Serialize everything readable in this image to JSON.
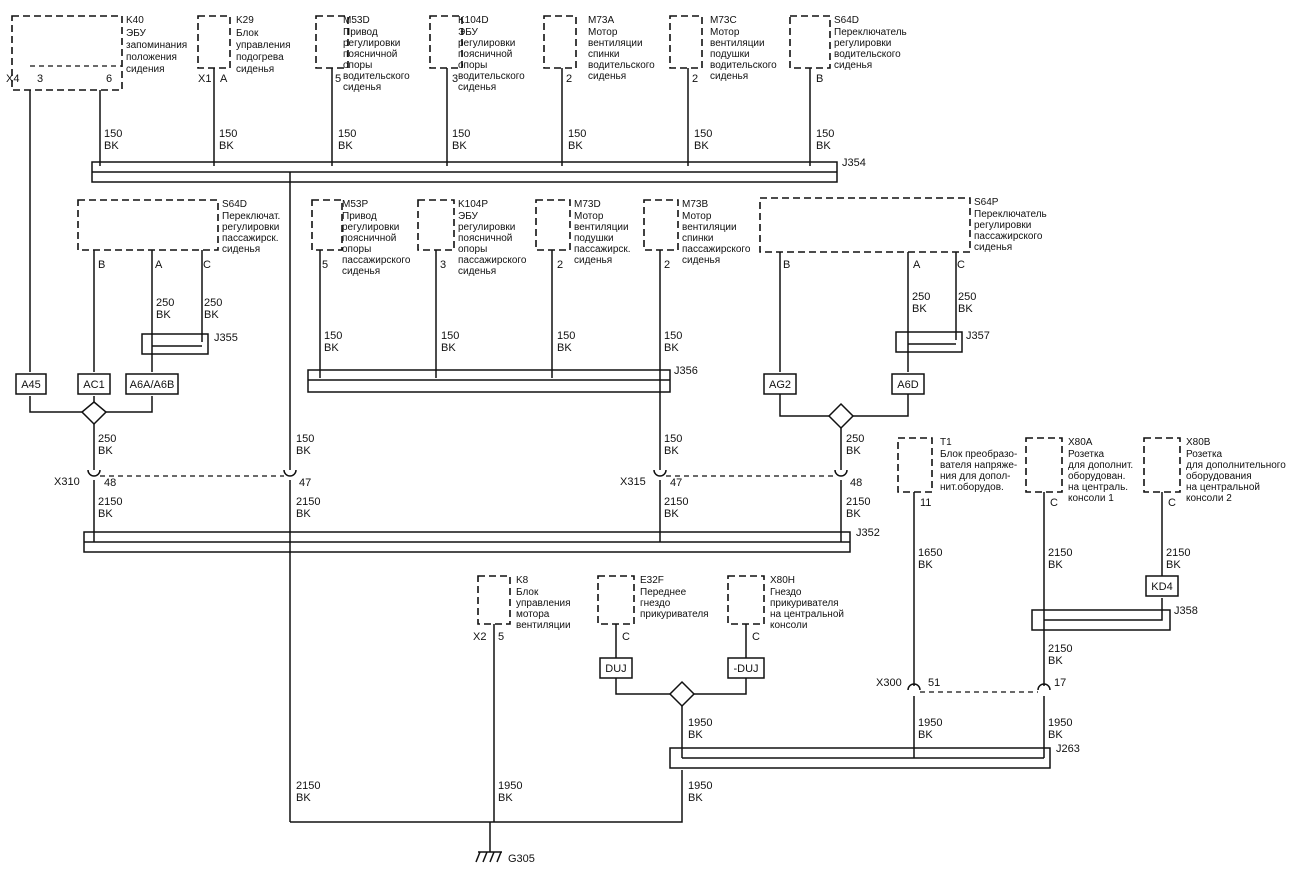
{
  "components": {
    "k40": {
      "id": "K40",
      "lines": [
        "ЭБУ",
        "запоминания",
        "положения",
        "сидения"
      ],
      "pins": [
        "3",
        "6"
      ],
      "connector": "X4"
    },
    "k29": {
      "id": "K29",
      "lines": [
        "Блок",
        "управления",
        "подогрева",
        "сиденья"
      ],
      "pins": [
        "A"
      ],
      "connector": "X1"
    },
    "m53d": {
      "id": "M53D",
      "lines": [
        "Привод",
        "регулировки",
        "поясничной",
        "опоры",
        "водительского",
        "сиденья"
      ],
      "pins": [
        "5"
      ]
    },
    "k104d": {
      "id": "K104D",
      "lines": [
        "ЭБУ",
        "регулировки",
        "поясничной",
        "опоры",
        "водительского",
        "сиденья"
      ],
      "pins": [
        "3"
      ]
    },
    "m73a": {
      "id": "M73A",
      "lines": [
        "Мотор",
        "вентиляции",
        "спинки",
        "водительского",
        "сиденья"
      ],
      "pins": [
        "2"
      ]
    },
    "m73c": {
      "id": "M73C",
      "lines": [
        "Мотор",
        "вентиляции",
        "подушки",
        "водительского",
        "сиденья"
      ],
      "pins": [
        "2"
      ]
    },
    "s64d_top": {
      "id": "S64D",
      "lines": [
        "Переключатель",
        "регулировки",
        "водительского",
        "сиденья"
      ],
      "pins": [
        "B"
      ]
    },
    "s64d": {
      "id": "S64D",
      "lines": [
        "Переключат.",
        "регулировки",
        "пассажирск.",
        "сиденья"
      ],
      "pins": [
        "B",
        "A",
        "C"
      ]
    },
    "m53p": {
      "id": "M53P",
      "lines": [
        "Привод",
        "регулировки",
        "поясничной",
        "опоры",
        "пассажирского",
        "сиденья"
      ],
      "pins": [
        "5"
      ]
    },
    "k104p": {
      "id": "K104P",
      "lines": [
        "ЭБУ",
        "регулировки",
        "поясничной",
        "опоры",
        "пассажирского",
        "сиденья"
      ],
      "pins": [
        "3"
      ]
    },
    "m73d": {
      "id": "M73D",
      "lines": [
        "Мотор",
        "вентиляции",
        "подушки",
        "пассажирск.",
        "сиденья"
      ],
      "pins": [
        "2"
      ]
    },
    "m73b": {
      "id": "M73B",
      "lines": [
        "Мотор",
        "вентиляции",
        "спинки",
        "пассажирского",
        "сиденья"
      ],
      "pins": [
        "2"
      ]
    },
    "s64p": {
      "id": "S64P",
      "lines": [
        "Переключатель",
        "регулировки",
        "пассажирского",
        "сиденья"
      ],
      "pins": [
        "B",
        "A",
        "C"
      ]
    },
    "t1": {
      "id": "T1",
      "lines": [
        "Блок преобразо-",
        "вателя напряже-",
        "ния для допол-",
        "нит.оборудов."
      ],
      "pins": [
        "11"
      ]
    },
    "x80a": {
      "id": "X80A",
      "lines": [
        "Розетка",
        "для дополнит.",
        "оборудован.",
        "на централь.",
        "консоли 1"
      ],
      "pins": [
        "C"
      ]
    },
    "x80b": {
      "id": "X80B",
      "lines": [
        "Розетка",
        "для дополнительного",
        "оборудования",
        "на центральной",
        "консоли 2"
      ],
      "pins": [
        "C"
      ]
    },
    "k8": {
      "id": "K8",
      "lines": [
        "Блок",
        "управления",
        "мотора",
        "вентиляции"
      ],
      "pins": [
        "5"
      ],
      "connector": "X2"
    },
    "e32f": {
      "id": "E32F",
      "lines": [
        "Переднее",
        "гнездо",
        "прикуривателя"
      ],
      "pins": [
        "C"
      ]
    },
    "x80h": {
      "id": "X80H",
      "lines": [
        "Гнездо",
        "прикуривателя",
        "на центральной",
        "консоли"
      ],
      "pins": [
        "C"
      ]
    }
  },
  "wires": {
    "w150bk": [
      "150",
      "BK"
    ],
    "w250bk": [
      "250",
      "BK"
    ],
    "w2150bk": [
      "2150",
      "BK"
    ],
    "w1650bk": [
      "1650",
      "BK"
    ],
    "w1950bk": [
      "1950",
      "BK"
    ]
  },
  "splices": [
    "J354",
    "J355",
    "J356",
    "J357",
    "J352",
    "J358",
    "J263"
  ],
  "inline_connectors": {
    "x310": {
      "label": "X310",
      "pins": [
        "48",
        "47"
      ]
    },
    "x315": {
      "label": "X315",
      "pins": [
        "47",
        "48"
      ]
    },
    "x300": {
      "label": "X300",
      "pins": [
        "51",
        "17"
      ]
    }
  },
  "connector_blocks": [
    "A45",
    "AC1",
    "A6A/A6B",
    "AG2",
    "A6D",
    "KD4",
    "DUJ",
    "-DUJ"
  ],
  "ground": "G305"
}
